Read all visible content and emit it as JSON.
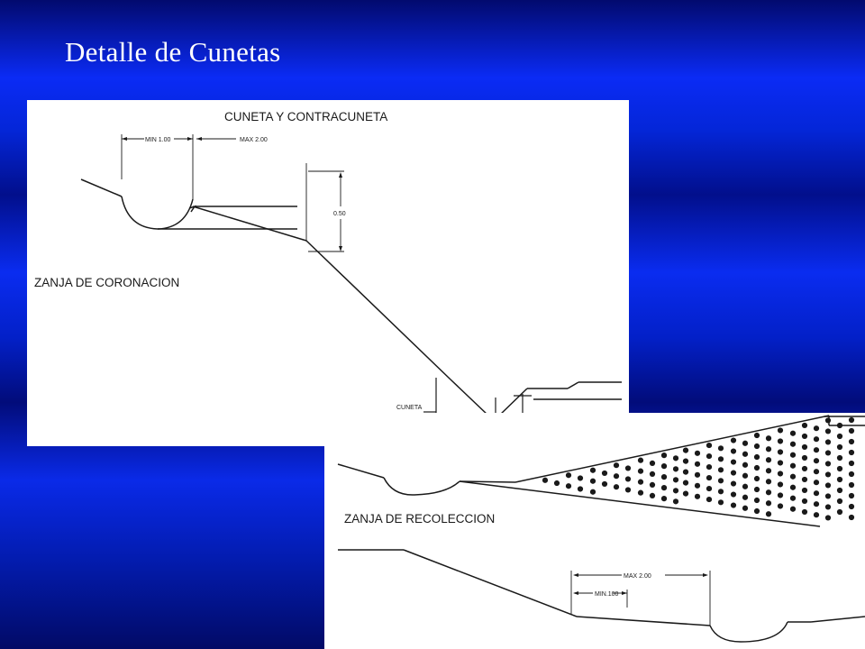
{
  "slide": {
    "title": "Detalle de Cunetas"
  },
  "top_drawing": {
    "heading": "CUNETA Y CONTRACUNETA",
    "label_zanja_coronacion": "ZANJA DE CORONACION",
    "dim_min": "MIN 1.00",
    "dim_max": "MAX 2.00",
    "dim_height": "0.50",
    "label_cuneta": "CUNETA"
  },
  "bottom_drawing": {
    "label_zanja_recoleccion": "ZANJA DE RECOLECCION",
    "dim_max": "MAX 2.00",
    "dim_min": "MIN.100"
  },
  "colors": {
    "background": "#0a2ae8",
    "title_text": "#ffffff",
    "drawing_paper": "#ffffff",
    "drawing_ink": "#1a1a1a"
  }
}
